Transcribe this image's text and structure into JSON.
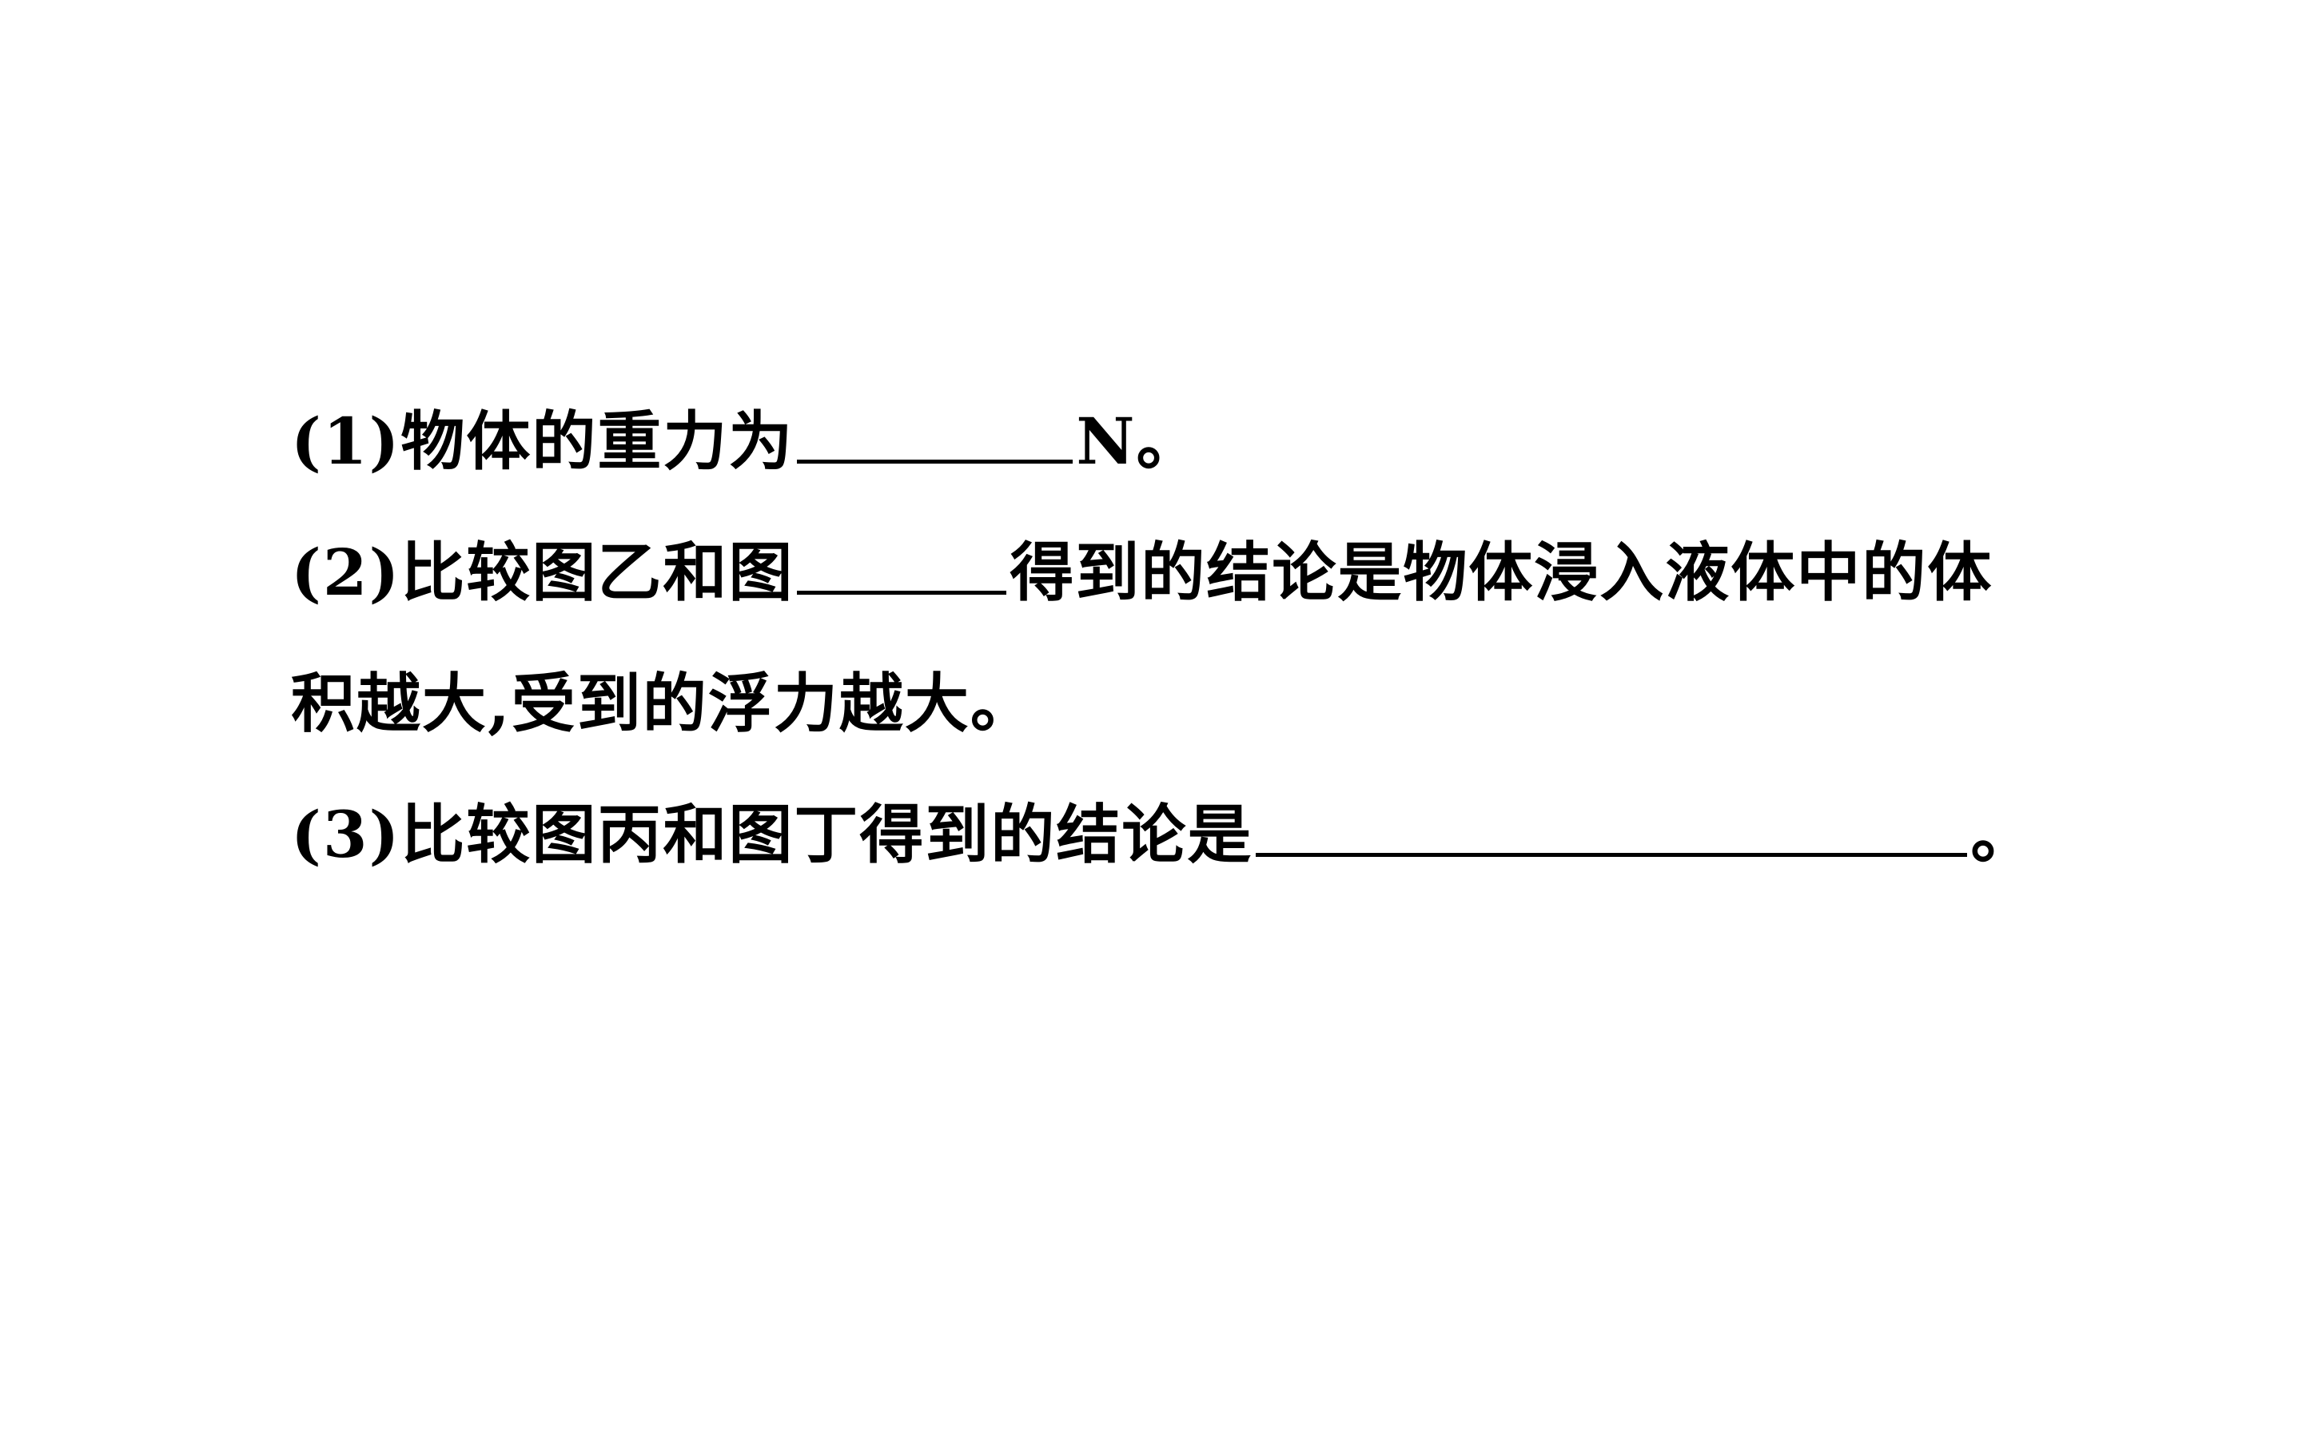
{
  "questions": {
    "q1": {
      "prefix": "(1)物体的重力为",
      "suffix": "N。"
    },
    "q2": {
      "prefix": "(2)比较图乙和图",
      "suffix": "得到的结论是物体浸入液体中的体",
      "continuation": "积越大,受到的浮力越大。"
    },
    "q3": {
      "prefix": "(3)比较图丙和图丁得到的结论是",
      "suffix": "。"
    }
  }
}
